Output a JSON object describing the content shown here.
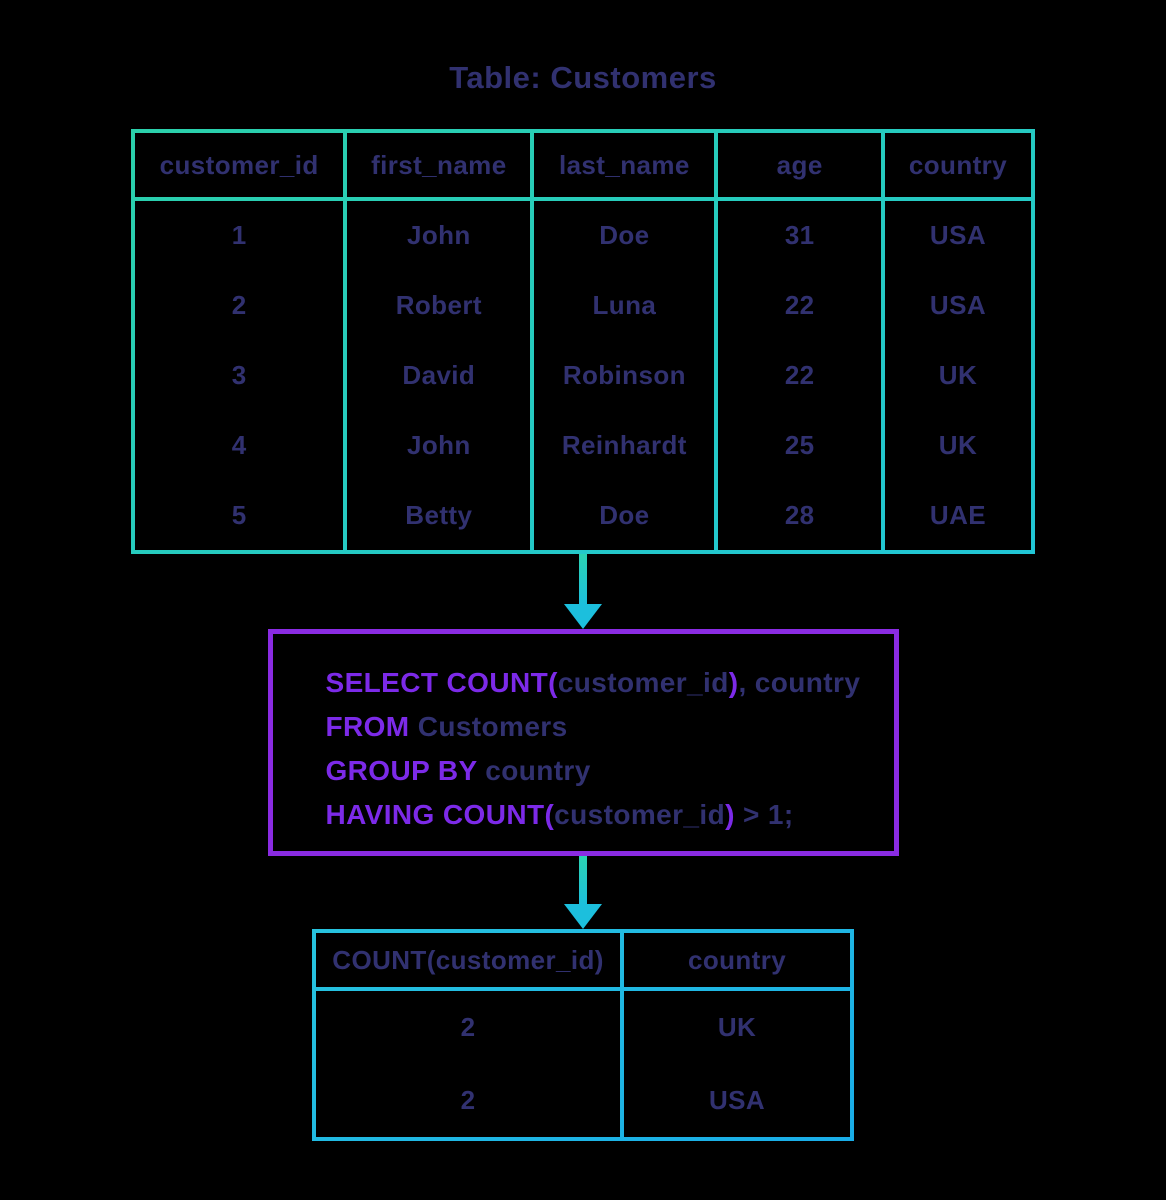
{
  "title": "Table: Customers",
  "colors": {
    "bg": "#000000",
    "navy": "#313170",
    "keyword": "#7c2ae8",
    "purple-border": "#8a2be2",
    "teal-a": "#2bd0ab",
    "teal-b": "#21c6d6",
    "cyan-a": "#27c3de",
    "cyan-b": "#19ade8",
    "arrow-a": "#2bd3b2",
    "arrow-b": "#1cbfdd"
  },
  "customers_table": {
    "columns": [
      "customer_id",
      "first_name",
      "last_name",
      "age",
      "country"
    ],
    "rows": [
      [
        "1",
        "John",
        "Doe",
        "31",
        "USA"
      ],
      [
        "2",
        "Robert",
        "Luna",
        "22",
        "USA"
      ],
      [
        "3",
        "David",
        "Robinson",
        "22",
        "UK"
      ],
      [
        "4",
        "John",
        "Reinhardt",
        "25",
        "UK"
      ],
      [
        "5",
        "Betty",
        "Doe",
        "28",
        "UAE"
      ]
    ]
  },
  "query": {
    "line1": {
      "kw1": "SELECT COUNT(",
      "id1": "customer_id",
      "kw2": ")",
      "id2": ", country"
    },
    "line2": {
      "kw1": "FROM",
      "id1": " Customers"
    },
    "line3": {
      "kw1": "GROUP BY",
      "id1": " country"
    },
    "line4": {
      "kw1": "HAVING COUNT(",
      "id1": "customer_id",
      "kw2": ")",
      "id2": " > 1;"
    }
  },
  "result_table": {
    "columns": [
      "COUNT(customer_id)",
      "country"
    ],
    "rows": [
      [
        "2",
        "UK"
      ],
      [
        "2",
        "USA"
      ]
    ]
  }
}
